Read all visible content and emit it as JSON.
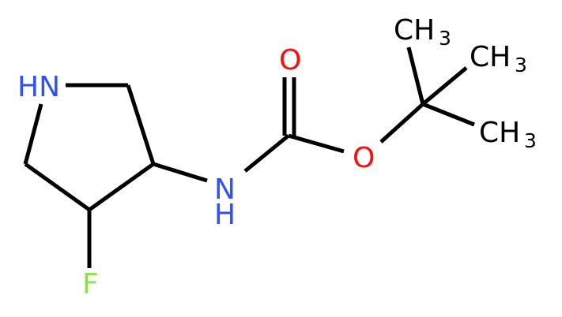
{
  "molecule": {
    "colors": {
      "bond": "#000000",
      "nitrogen": "#3050F8",
      "oxygen": "#FF0D0D",
      "fluorine": "#90E050",
      "carbon": "#000000"
    },
    "labels": {
      "ring_nitrogen": "HN",
      "amide_nitrogen": "N",
      "amide_hydrogen": "H",
      "carbonyl_oxygen": "O",
      "ester_oxygen": "O",
      "fluorine": "F",
      "methyl_1": "CH",
      "methyl_1_sub": "3",
      "methyl_2": "CH",
      "methyl_2_sub": "3",
      "methyl_3": "CH",
      "methyl_3_sub": "3"
    }
  }
}
